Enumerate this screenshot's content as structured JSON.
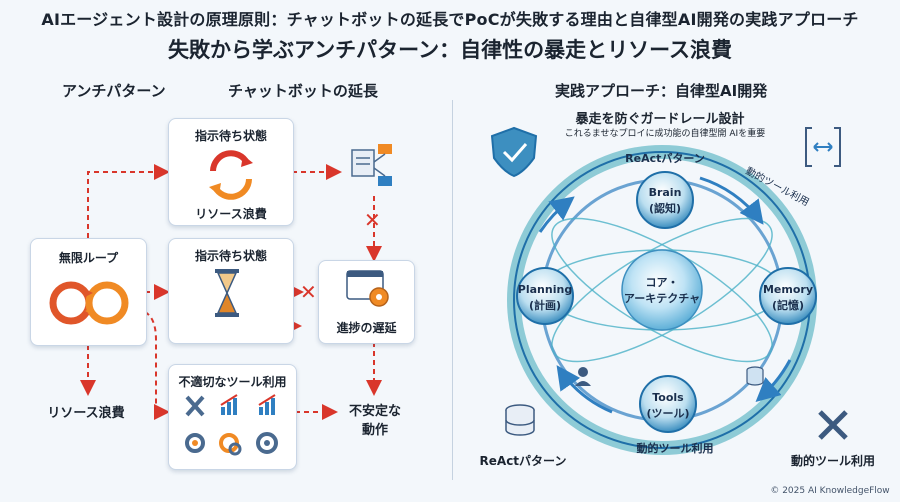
{
  "header": {
    "title": "AIエージェント設計の原理原則：チャットボットの延長でPoCが失敗する理由と自律型AI開発の実践アプローチ",
    "subtitle": "失敗から学ぶアンチパターン：自律性の暴走とリソース浪費"
  },
  "left": {
    "heading_a": "アンチパターン",
    "heading_b": "チャットボットの延長",
    "infinite_loop": "無限ループ",
    "waiting1_top": "指示待ち状態",
    "waiting1_bottom": "リソース浪費",
    "waiting2_top": "指示待ち状態",
    "tool_misuse": "不適切なツール利用",
    "progress_delay": "進捗の遅延",
    "resource_waste": "リソース浪費",
    "unstable_1": "不安定な",
    "unstable_2": "動作"
  },
  "right": {
    "heading": "実践アプローチ：自律型AI開発",
    "guard_title": "暴走を防ぐガードレール設計",
    "guard_sub": "これるませなプロイに成功能の自律型開 AIを重要",
    "react_arc": "ReActパターン",
    "dynamic_arc_top": "動的ツール利用",
    "dynamic_arc_bottom": "動的ツール利用",
    "core_1": "コア・",
    "core_2": "アーキテクチャ",
    "brain_1": "Brain",
    "brain_2": "(認知)",
    "memory_1": "Memory",
    "memory_2": "(記憶)",
    "planning_1": "Planning",
    "planning_2": "(計画)",
    "tools_1": "Tools",
    "tools_2": "(ツール)",
    "react_label": "ReActパターン",
    "dynamic_label": "動的ツール利用"
  },
  "footer": {
    "copyright": "© 2025 AI KnowledgeFlow"
  },
  "colors": {
    "red": "#d9362b",
    "orange": "#f08a24",
    "blue": "#2f7fc1",
    "teal": "#3aa7b8"
  }
}
